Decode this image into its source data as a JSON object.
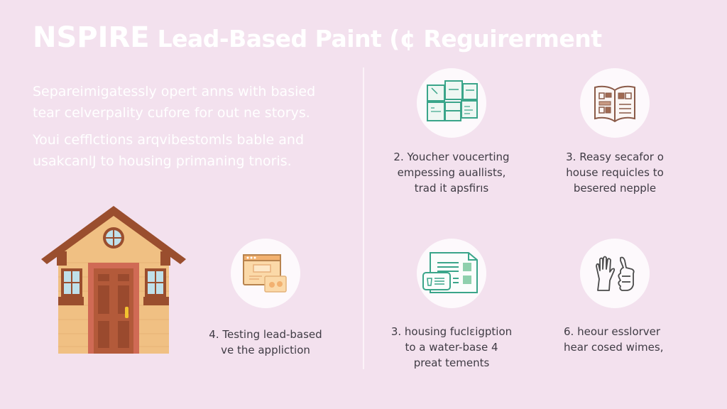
{
  "header": {
    "title_strong": "NSPIRE",
    "title_rest": " Lead-Based Paint (¢ Reguirerment"
  },
  "intro": {
    "paragraphs": [
      "Separeimigatessly opert anns with basied tear celverpality cufore for out ne storys.",
      "Youi cefflctions arqvibestomls bable and usakcanlJ to housing primaning tnoris."
    ]
  },
  "steps": [
    {
      "icon": "document-grid-icon",
      "caption": "2. Youcher voucerting\nempessing auallists,\ntrad it apsfirıs",
      "color": "#3aa58a"
    },
    {
      "icon": "open-book-icon",
      "caption": "3. Reasy secafor o\nhouse requicles to\nbesered nepple",
      "color": "#8a5a48"
    },
    {
      "icon": "browser-window-icon",
      "caption": "4. Testing lead-based\nve the appliction",
      "color": "#e2a160"
    },
    {
      "icon": "report-card-icon",
      "caption": "3. housing fuclɛigption\nto a water-base 4\npreat tements",
      "color": "#3aa58a"
    },
    {
      "icon": "hands-thumbs-up-icon",
      "caption": "6. heour esslorver\nhear cosed wimes,",
      "color": "#4a4a4a"
    }
  ],
  "colors": {
    "background": "#f3e1ee",
    "title": "#ffffff",
    "caption_text": "#3f3b44",
    "circle": "#fdf9fc"
  }
}
